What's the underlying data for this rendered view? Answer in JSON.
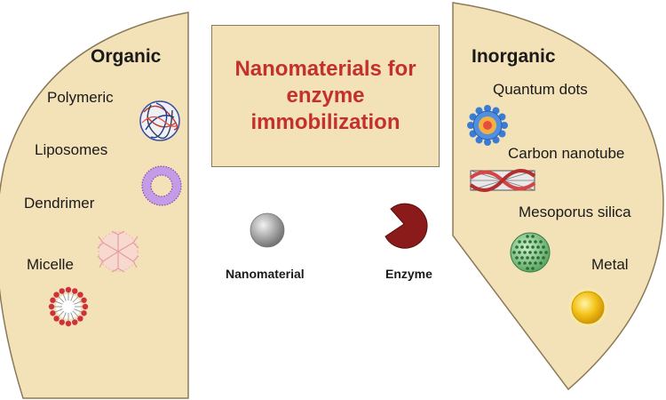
{
  "title": "Nanomaterials for enzyme immobilization",
  "colors": {
    "panel_fill": "#f3e1b7",
    "panel_stroke": "#8a7a58",
    "title_color": "#c4302b",
    "enzyme_color": "#8b1a1a",
    "sphere_color": "#9a9a9a"
  },
  "organic": {
    "heading": "Organic",
    "items": [
      {
        "label": "Polymeric",
        "icon": "polymeric-nanoparticle-icon"
      },
      {
        "label": "Liposomes",
        "icon": "liposome-icon"
      },
      {
        "label": "Dendrimer",
        "icon": "dendrimer-icon"
      },
      {
        "label": "Micelle",
        "icon": "micelle-icon"
      }
    ]
  },
  "inorganic": {
    "heading": "Inorganic",
    "items": [
      {
        "label": "Quantum dots",
        "icon": "quantum-dot-icon"
      },
      {
        "label": "Carbon nanotube",
        "icon": "carbon-nanotube-icon"
      },
      {
        "label": "Mesoporus silica",
        "icon": "mesoporous-silica-icon"
      },
      {
        "label": "Metal",
        "icon": "metal-nanoparticle-icon"
      }
    ]
  },
  "legend": {
    "nanomaterial": {
      "label": "Nanomaterial",
      "icon": "nanomaterial-sphere-icon"
    },
    "enzyme": {
      "label": "Enzyme",
      "icon": "enzyme-pacman-icon"
    }
  }
}
